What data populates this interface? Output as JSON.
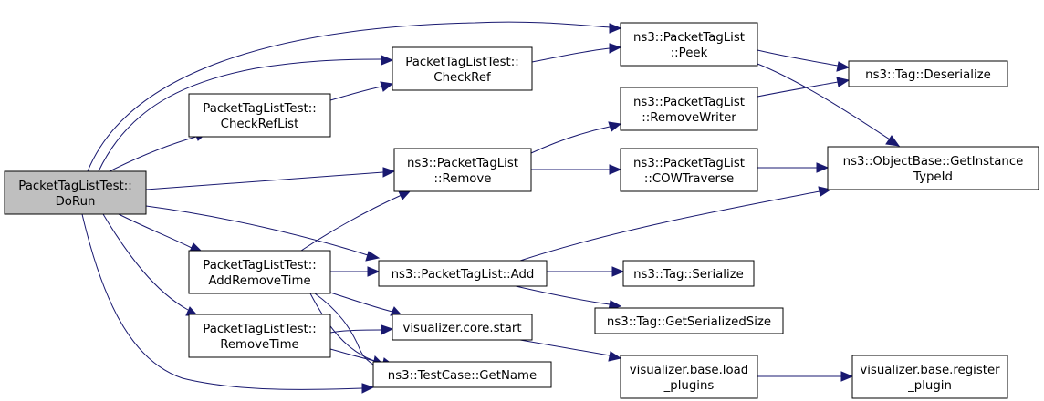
{
  "nodes": {
    "dorun": [
      "PacketTagListTest::",
      "DoRun"
    ],
    "peek": [
      "ns3::PacketTagList",
      "::Peek"
    ],
    "checkref": [
      "PacketTagListTest::",
      "CheckRef"
    ],
    "checkreflist": [
      "PacketTagListTest::",
      "CheckRefList"
    ],
    "deserialize": [
      "ns3::Tag::Deserialize"
    ],
    "removewriter": [
      "ns3::PacketTagList",
      "::RemoveWriter"
    ],
    "remove": [
      "ns3::PacketTagList",
      "::Remove"
    ],
    "cowtraverse": [
      "ns3::PacketTagList",
      "::COWTraverse"
    ],
    "getinstancetypeid": [
      "ns3::ObjectBase::GetInstance",
      "TypeId"
    ],
    "addremovetime": [
      "PacketTagListTest::",
      "AddRemoveTime"
    ],
    "add": [
      "ns3::PacketTagList::Add"
    ],
    "serialize": [
      "ns3::Tag::Serialize"
    ],
    "getserializedsize": [
      "ns3::Tag::GetSerializedSize"
    ],
    "removetime": [
      "PacketTagListTest::",
      "RemoveTime"
    ],
    "corestart": [
      "visualizer.core.start"
    ],
    "getname": [
      "ns3::TestCase::GetName"
    ],
    "loadplugins": [
      "visualizer.base.load",
      "_plugins"
    ],
    "registerplugin": [
      "visualizer.base.register",
      "_plugin"
    ]
  },
  "colors": {
    "edge": "#191970",
    "root_fill": "#bfbfbf",
    "node_fill": "#ffffff",
    "node_border": "#000000"
  }
}
